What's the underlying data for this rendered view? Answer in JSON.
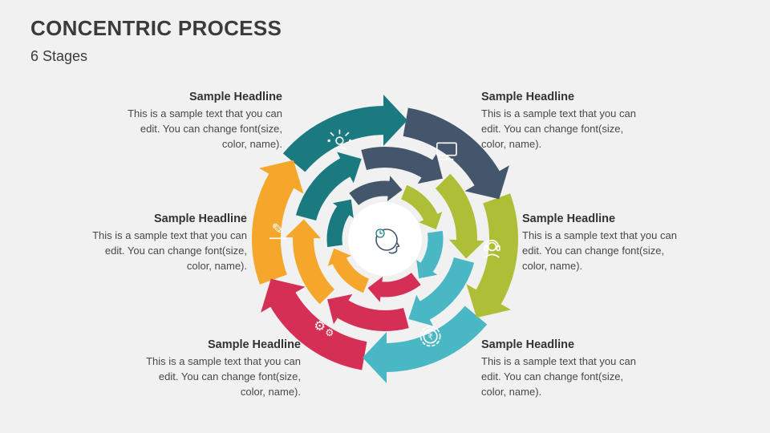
{
  "slide": {
    "title": "CONCENTRIC PROCESS",
    "subtitle": "6 Stages",
    "background_color": "#F1F1F1",
    "title_color": "#3B3B3B"
  },
  "stages": [
    {
      "position": "top-left",
      "headline": "Sample Headline",
      "body": "This is a sample text that you can edit. You can change font(size, color, name).",
      "color": "#1B7A80",
      "icon": "idea-person-icon"
    },
    {
      "position": "top-right",
      "headline": "Sample Headline",
      "body": "This is a sample text that you can edit. You can change font(size, color, name).",
      "color": "#44566B",
      "icon": "computer-monitor-icon"
    },
    {
      "position": "middle-right",
      "headline": "Sample Headline",
      "body": "This is a sample text that you can edit. You can change font(size, color, name).",
      "color": "#AFBE37",
      "icon": "support-headset-icon"
    },
    {
      "position": "bottom-right",
      "headline": "Sample Headline",
      "body": "This is a sample text that you can edit. You can change font(size, color, name).",
      "color": "#49B8C4",
      "icon": "rupee-coin-icon"
    },
    {
      "position": "bottom-left",
      "headline": "Sample Headline",
      "body": "This is a sample text that you can edit. You can change font(size, color, name).",
      "color": "#D62F55",
      "icon": "gears-icon"
    },
    {
      "position": "middle-left",
      "headline": "Sample Headline",
      "body": "This is a sample text that you can edit. You can change font(size, color, name).",
      "color": "#F4A72B",
      "icon": "pencil-drafting-icon"
    }
  ],
  "diagram": {
    "direction": "clockwise",
    "ring_count": 3,
    "center_icon": "thinking-head-icon"
  }
}
